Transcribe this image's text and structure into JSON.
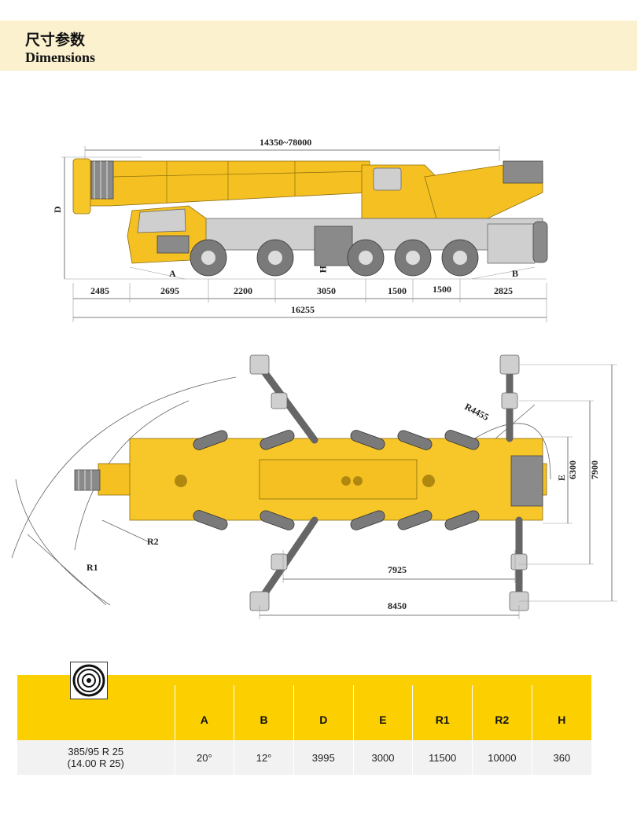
{
  "header": {
    "title_cn": "尺寸参数",
    "title_en": "Dimensions"
  },
  "side_view": {
    "boom_length": "14350~78000",
    "height_label": "D",
    "h_label": "H",
    "angle_a": "A",
    "angle_b": "B",
    "segments": [
      "2485",
      "2695",
      "2200",
      "3050",
      "1500",
      "1500",
      "2825"
    ],
    "total_length": "16255"
  },
  "top_view": {
    "tail_radius": "R4455",
    "radius_1": "R1",
    "radius_2": "R2",
    "track_e": "E",
    "outrigger_width_1": "6300",
    "outrigger_width_2": "7900",
    "outrigger_length_1": "7925",
    "outrigger_length_2": "8450"
  },
  "spec_table": {
    "icon": "tyre-icon",
    "headers": [
      "",
      "A",
      "B",
      "D",
      "E",
      "R1",
      "R2",
      "H"
    ],
    "row": {
      "tyre_line1": "385/95 R 25",
      "tyre_line2": "(14.00 R 25)",
      "values": [
        "20°",
        "12°",
        "3995",
        "3000",
        "11500",
        "10000",
        "360"
      ]
    }
  },
  "colors": {
    "header_band": "#fbf1cf",
    "table_header": "#fcd000",
    "crane_yellow": "#f5c021"
  }
}
